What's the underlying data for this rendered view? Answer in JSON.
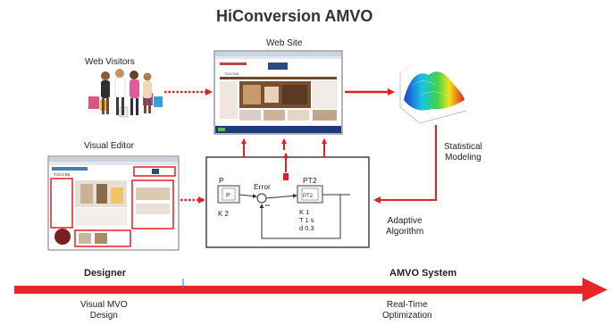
{
  "title": "HiConversion AMVO",
  "labels": {
    "web_site": "Web Site",
    "web_visitors": "Web Visitors",
    "visual_editor": "Visual Editor",
    "statistical_modeling": [
      "Statistical",
      "Modeling"
    ],
    "adaptive_algorithm": [
      "Adaptive",
      "Algorithm"
    ],
    "designer": "Designer",
    "amvo_system": "AMVO System",
    "visual_mvo_design": [
      "Visual MVO",
      "Design"
    ],
    "real_time_optimization": [
      "Real-Time",
      "Optimization"
    ]
  },
  "block_diagram": {
    "p_block": {
      "title": "P",
      "icon": "P",
      "param": "K 2"
    },
    "error_label": "Error",
    "pt2_block": {
      "title": "PT2",
      "icon": "PT2",
      "params": [
        "K   1",
        "T   1 s",
        "d  0.3"
      ]
    }
  },
  "website_thumb": {
    "brand": "TUCCINI"
  },
  "editor_thumb": {
    "brand": "TUCCINI"
  },
  "colors": {
    "arrow_red": "#e31e24",
    "timeline_red": "#e8262a",
    "divider_blue": "#3a8fd0"
  }
}
